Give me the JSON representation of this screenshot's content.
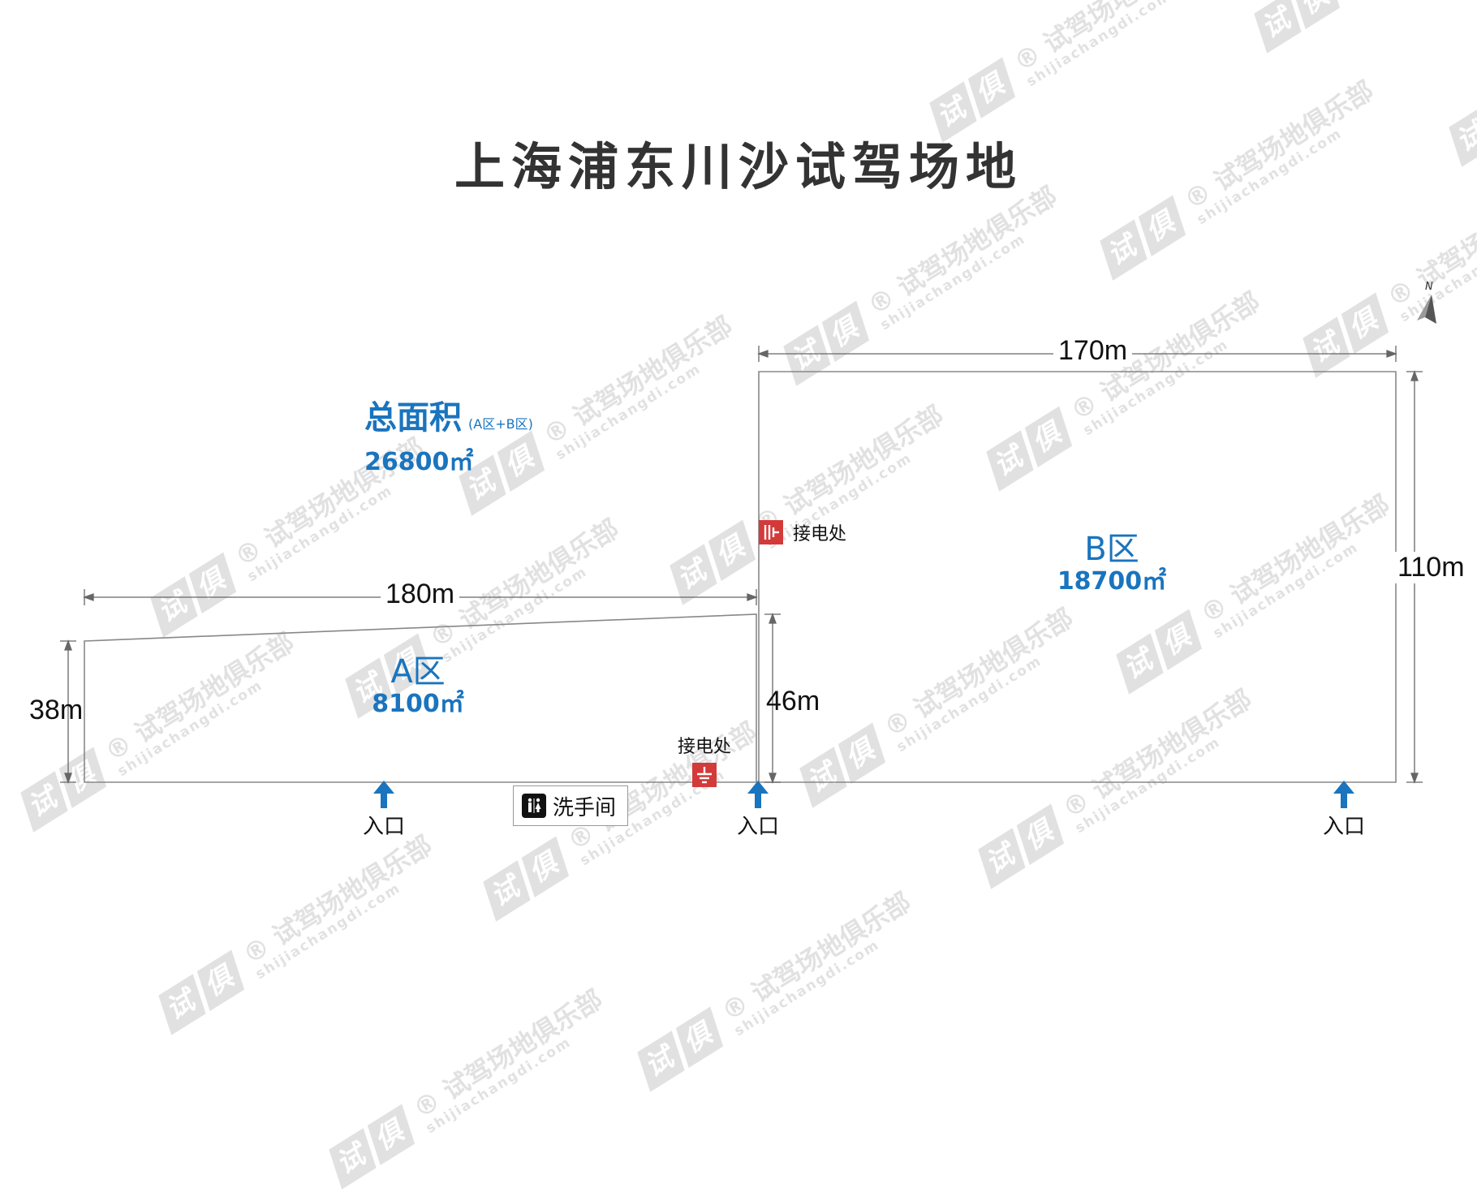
{
  "title": "上海浦东川沙试驾场地",
  "total": {
    "label": "总面积",
    "note": "(A区+B区)",
    "area": "26800㎡"
  },
  "zone_a": {
    "name": "A区",
    "area": "8100㎡"
  },
  "zone_b": {
    "name": "B区",
    "area": "18700㎡"
  },
  "dimensions": {
    "a_width": "180m",
    "a_left_height": "38m",
    "a_right_height": "46m",
    "b_width": "170m",
    "b_height": "110m"
  },
  "entrances": [
    {
      "label": "入口"
    },
    {
      "label": "入口"
    },
    {
      "label": "入口"
    }
  ],
  "power_points": [
    {
      "label": "接电处"
    },
    {
      "label": "接电处"
    }
  ],
  "restroom": {
    "label": "洗手间"
  },
  "compass": {
    "label": "N"
  },
  "watermark": {
    "brand": "试驾场地俱乐部",
    "domain": "shijiachangdi.com",
    "logo_chars": [
      "试",
      "俱"
    ],
    "registered": "®"
  },
  "colors": {
    "accent": "#1a74be",
    "power": "#d33a3a",
    "outline": "#888888",
    "title": "#333333"
  }
}
